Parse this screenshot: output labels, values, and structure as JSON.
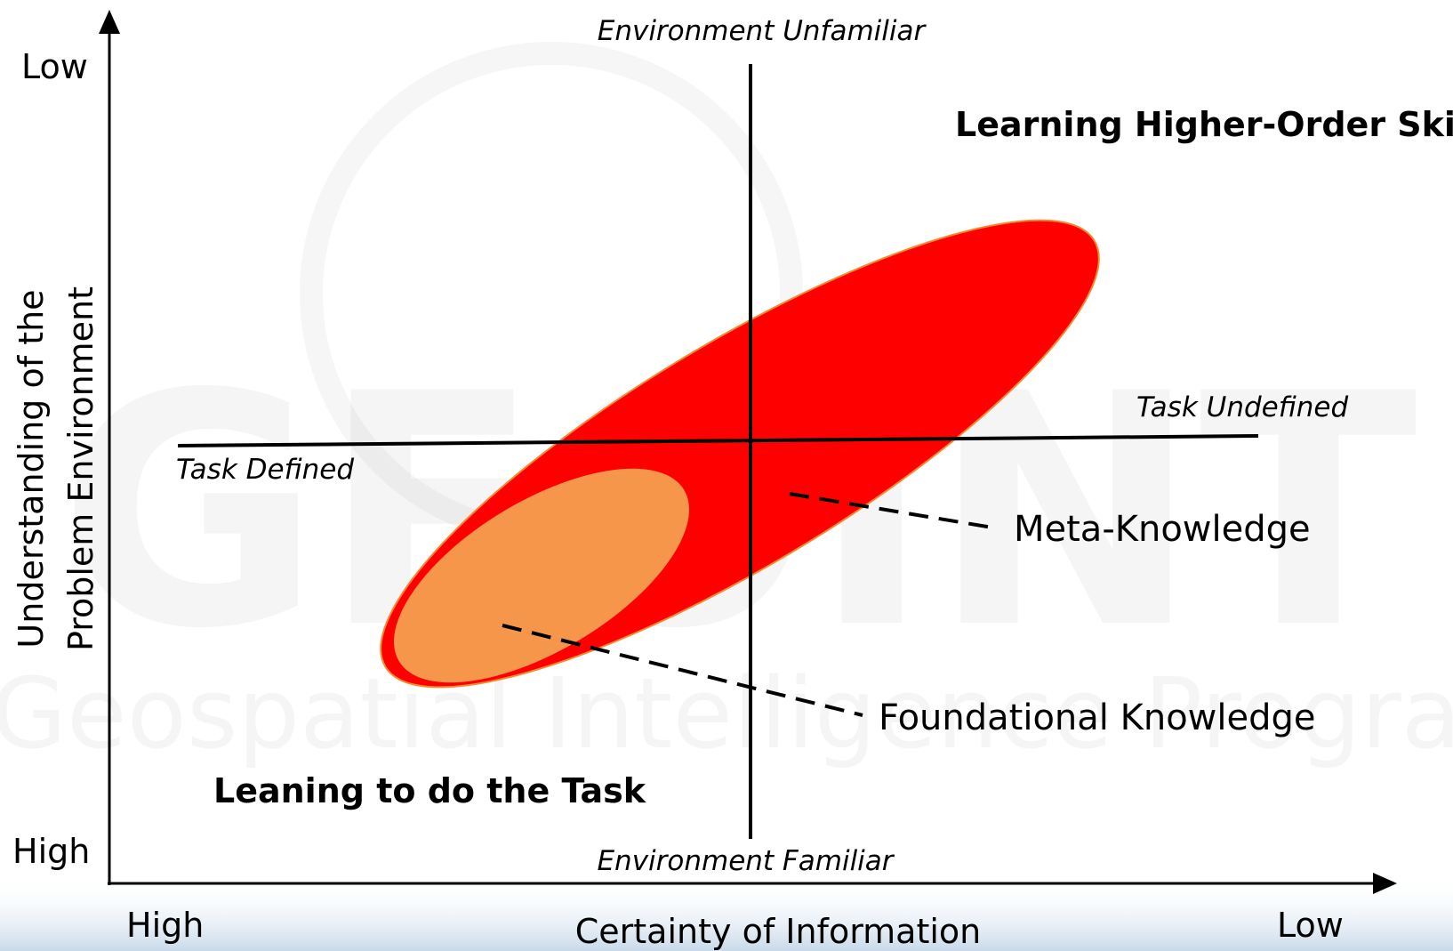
{
  "watermark": {
    "logo_text": "GEOINT",
    "program_text": "Geospatial Intelligence Program"
  },
  "axes": {
    "y_title_line1": "Understanding of the",
    "y_title_line2": "Problem Environment",
    "y_top": "Low",
    "y_bottom": "High",
    "x_title": "Certainty of Information",
    "x_left": "High",
    "x_right": "Low"
  },
  "quadrant_lines": {
    "vertical_top": "Environment Unfamiliar",
    "vertical_bottom": "Environment Familiar",
    "horizontal_left": "Task Defined",
    "horizontal_right": "Task Undefined"
  },
  "regions": {
    "upper_right": "Learning Higher-Order Skills",
    "lower_left": "Leaning to do the Task"
  },
  "ellipses": {
    "outer": {
      "label": "Meta-Knowledge",
      "color": "#ff0000"
    },
    "inner": {
      "label": "Foundational Knowledge",
      "color": "#f5964a"
    }
  },
  "colors": {
    "line": "#000000",
    "bottom_band": "#dfe9f3"
  }
}
